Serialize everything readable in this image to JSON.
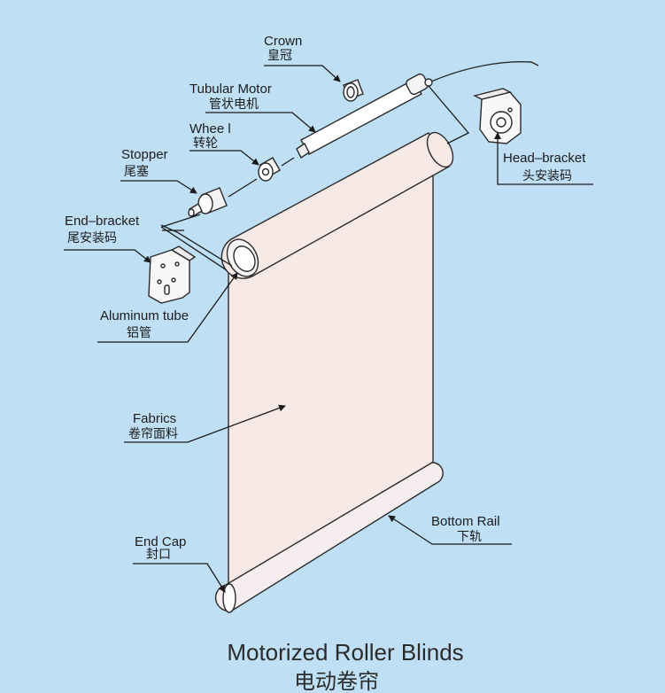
{
  "colors": {
    "background": "#bfe0f4",
    "fabric": "#f7e9e6",
    "metal": "#f4f4f4",
    "line": "#1b1b1b"
  },
  "labels": {
    "crown": {
      "en": "Crown",
      "cn": "皇冠"
    },
    "tubular_motor": {
      "en": "Tubular Motor",
      "cn": "管状电机"
    },
    "wheel": {
      "en": "Whee l",
      "cn": "转轮"
    },
    "stopper": {
      "en": "Stopper",
      "cn": "尾塞"
    },
    "end_bracket": {
      "en": "End–bracket",
      "cn": "尾安装码"
    },
    "aluminum_tube": {
      "en": "Aluminum tube",
      "cn": "铝管"
    },
    "fabrics": {
      "en": "Fabrics",
      "cn": "卷帘面料"
    },
    "end_cap": {
      "en": "End Cap",
      "cn": "封口"
    },
    "head_bracket": {
      "en": "Head–bracket",
      "cn": "头安装码"
    },
    "bottom_rail": {
      "en": "Bottom Rail",
      "cn": "下轨"
    }
  },
  "title": {
    "en": "Motorized Roller Blinds",
    "cn": "电动卷帘"
  }
}
